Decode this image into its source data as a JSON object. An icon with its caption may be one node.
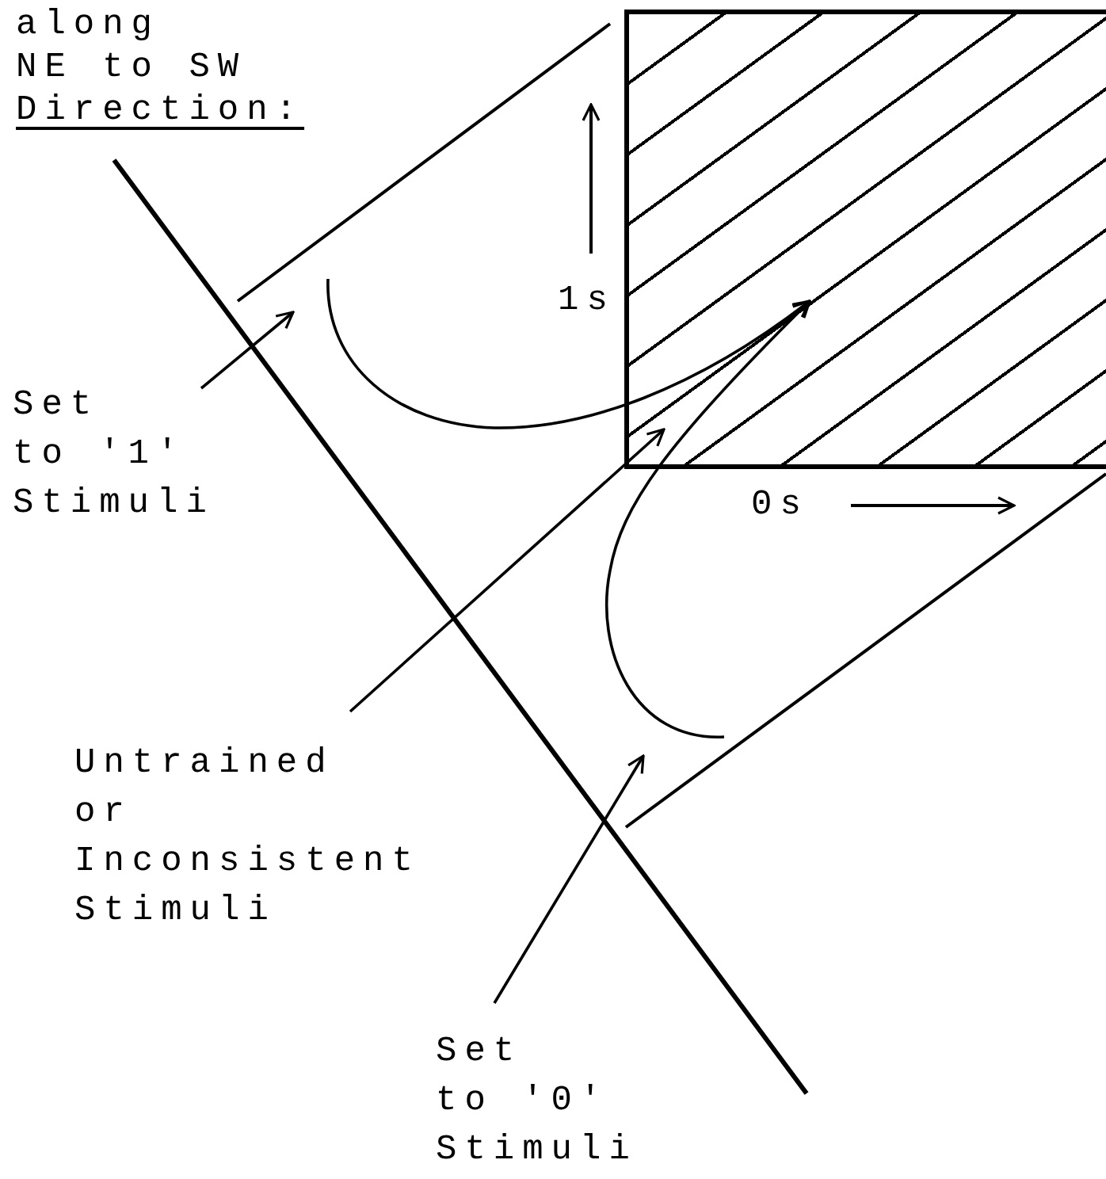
{
  "diagram": {
    "nodes": [
      {
        "text": [
          "Set to '1' Stimuli"
        ]
      },
      {
        "text": [
          "Untrained or Inconsistent Stimuli"
        ]
      },
      {
        "text": [
          "Set to '0' Stimuli"
        ]
      },
      {
        "text": [],
        "shape": "box"
      }
    ],
    "edges": [
      {
        "from": 0,
        "to": null,
        "arrow": "to"
      },
      {
        "from": 1,
        "to": 3,
        "arrow": "to"
      },
      {
        "from": 2,
        "to": null,
        "arrow": "to"
      },
      {
        "from": null,
        "to": 3,
        "arrow": "to"
      },
      {
        "from": null,
        "to": 3,
        "arrow": "to"
      }
    ],
    "labels": [
      "along NE to SW",
      "Direction:",
      "1s",
      "0s"
    ]
  }
}
